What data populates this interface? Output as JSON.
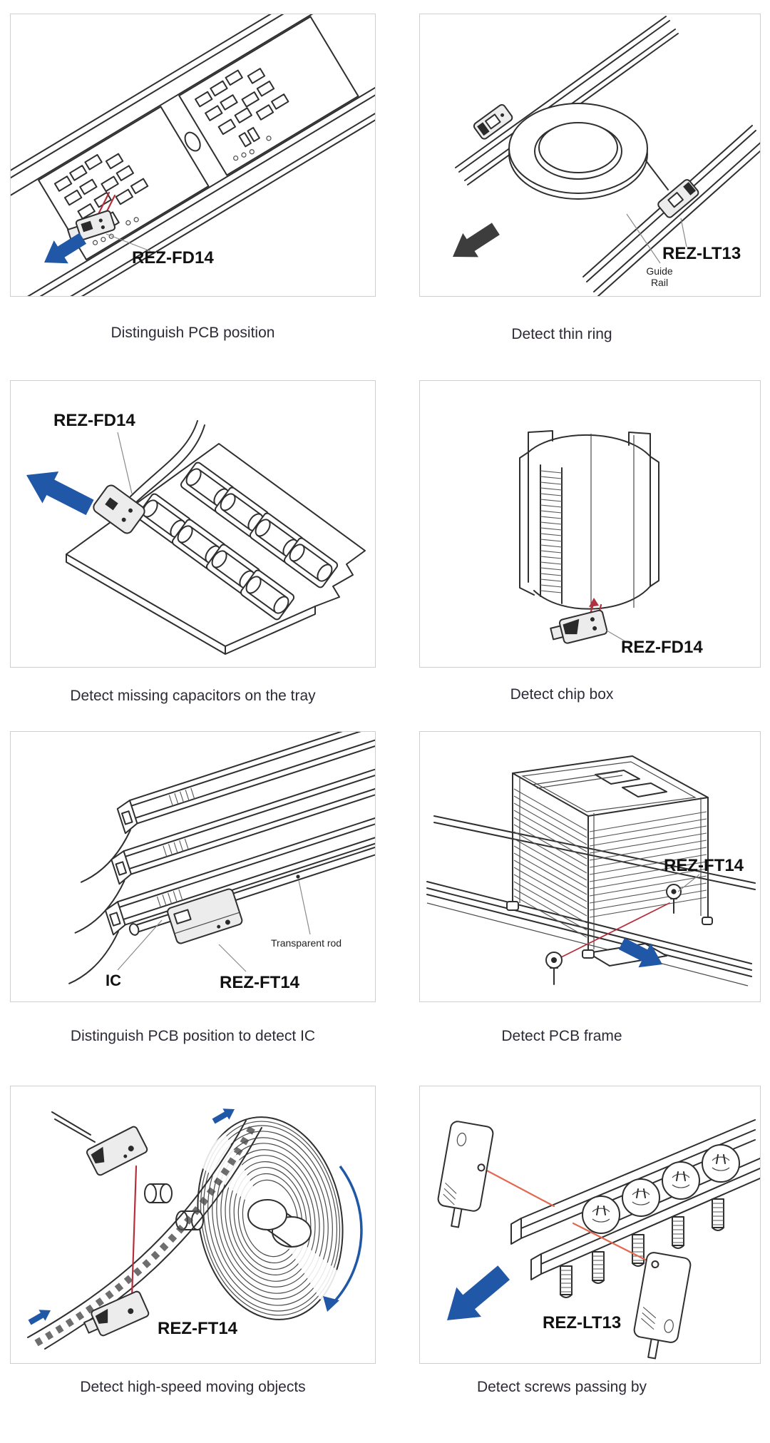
{
  "colors": {
    "arrow_blue": "#2057a7",
    "arrow_black": "#3d3d3d",
    "beam_red": "#b5303c",
    "beam_orange": "#e2684f",
    "line_art": "#2f2f2f",
    "caption_text": "#2e2a36",
    "panel_border": "#cfcfcf"
  },
  "panels": [
    {
      "caption": "Distinguish PCB position",
      "sensor_label": "REZ-FD14"
    },
    {
      "caption": "Detect thin ring",
      "sensor_label": "REZ-LT13",
      "annotation": "Guide\nRail"
    },
    {
      "caption": "Detect missing capacitors on the tray",
      "sensor_label": "REZ-FD14"
    },
    {
      "caption": "Detect chip box",
      "sensor_label": "REZ-FD14"
    },
    {
      "caption": "Distinguish PCB position to detect IC",
      "sensor_label": "REZ-FT14",
      "ic_label": "IC",
      "rod_label": "Transparent rod"
    },
    {
      "caption": "Detect PCB frame",
      "sensor_label": "REZ-FT14"
    },
    {
      "caption": "Detect high-speed moving objects",
      "sensor_label": "REZ-FT14"
    },
    {
      "caption": "Detect screws passing by",
      "sensor_label": "REZ-LT13"
    }
  ]
}
